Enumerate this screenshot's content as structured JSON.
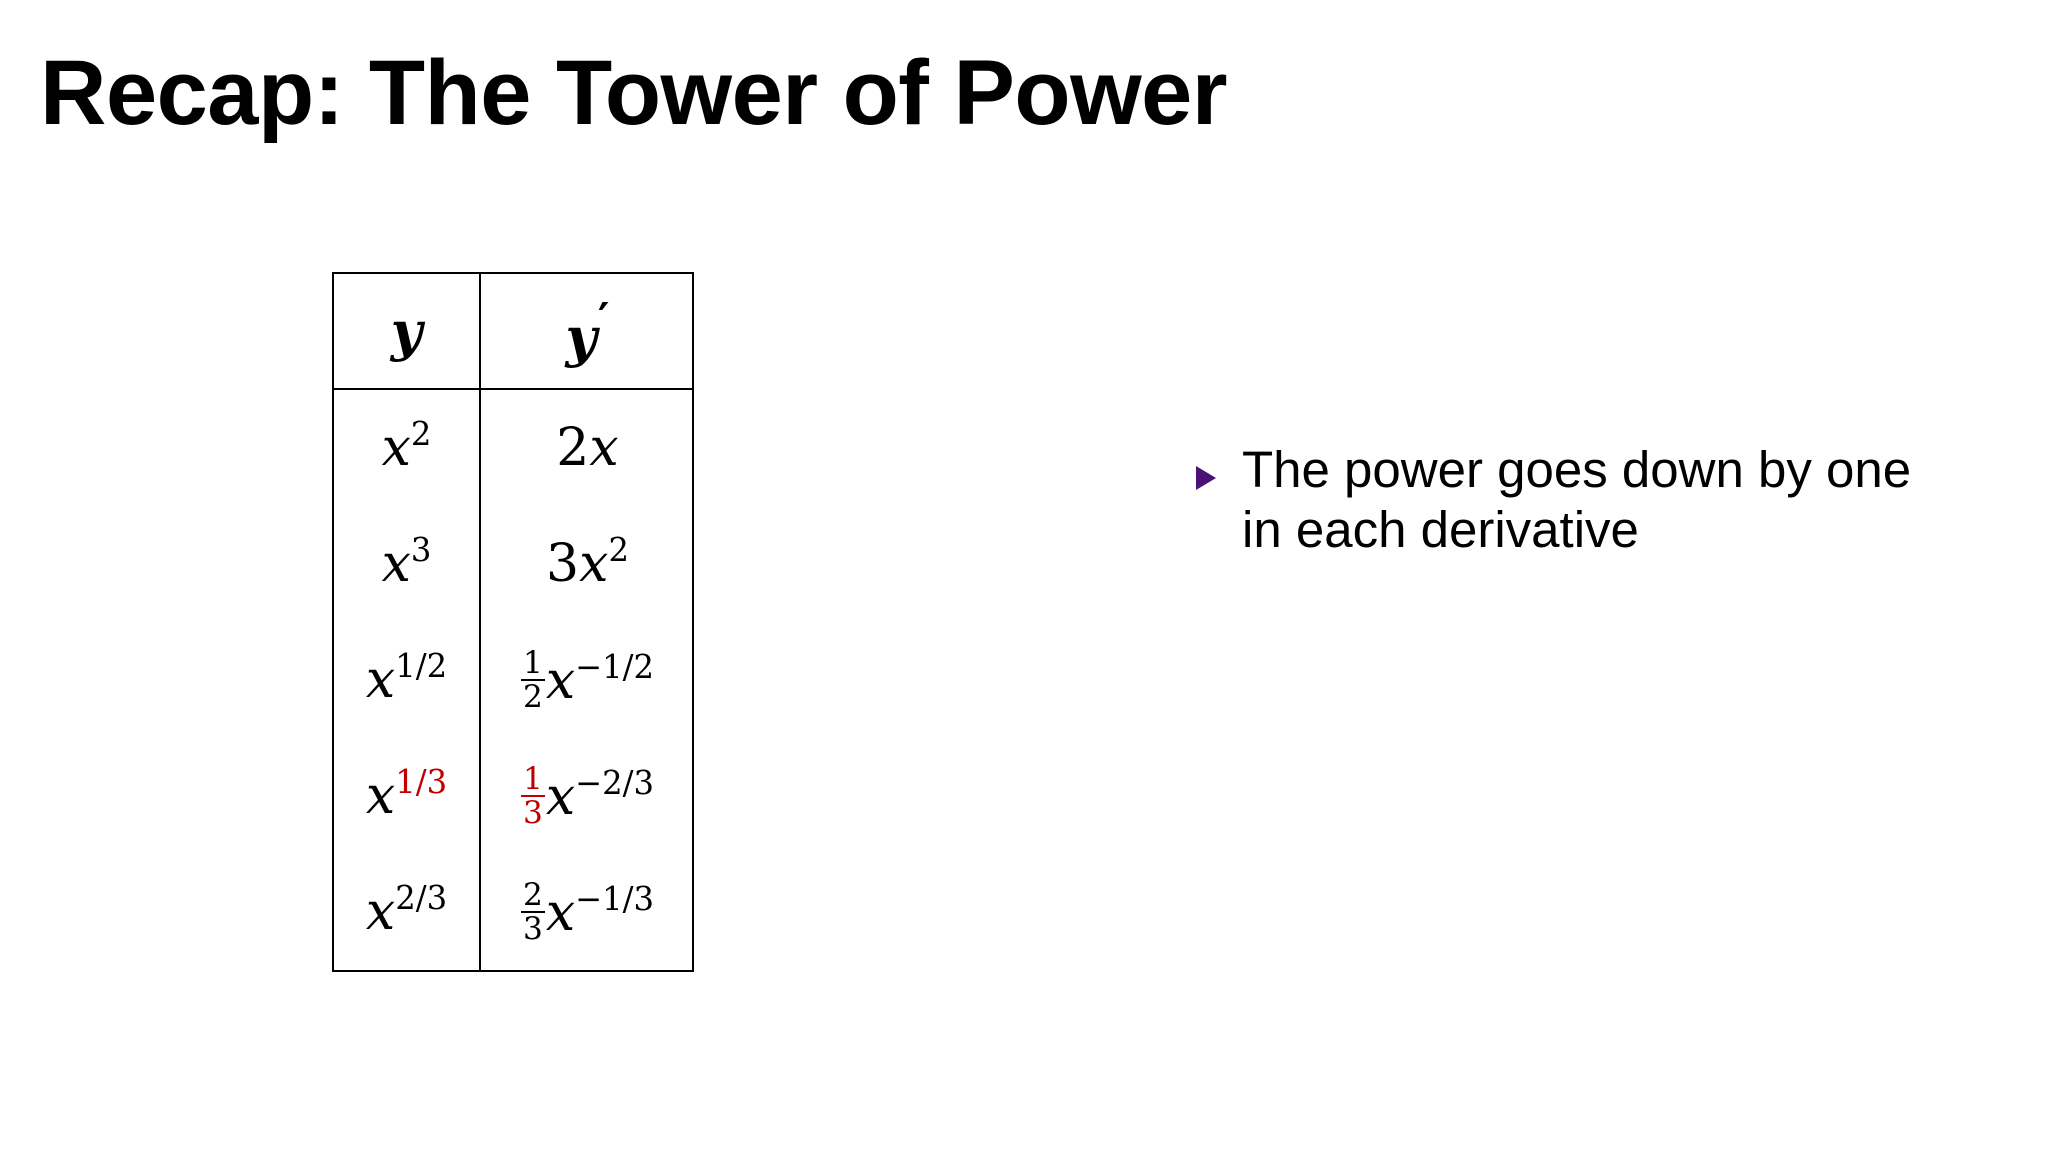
{
  "slide": {
    "title": "Recap: The Tower of Power",
    "background_color": "#FFFFFF",
    "text_color": "#000000",
    "accent_red": "#C00000",
    "bullet_marker_color": "#4B1177"
  },
  "table": {
    "name": "derivative-table",
    "headers": [
      "y",
      "y′"
    ],
    "rows": [
      {
        "y": {
          "base": "x",
          "exponent": "2",
          "exponent_color": "#000000"
        },
        "yprime": {
          "coefficient": "2",
          "coefficient_type": "integer",
          "base": "x",
          "exponent": "",
          "coefficient_color": "#000000",
          "exponent_color": "#000000"
        }
      },
      {
        "y": {
          "base": "x",
          "exponent": "3",
          "exponent_color": "#000000"
        },
        "yprime": {
          "coefficient": "3",
          "coefficient_type": "integer",
          "base": "x",
          "exponent": "2",
          "coefficient_color": "#000000",
          "exponent_color": "#000000"
        }
      },
      {
        "y": {
          "base": "x",
          "exponent": "1/2",
          "exponent_color": "#000000"
        },
        "yprime": {
          "coefficient_numerator": "1",
          "coefficient_denominator": "2",
          "coefficient_type": "fraction",
          "base": "x",
          "exponent": "−1/2",
          "coefficient_color": "#000000",
          "exponent_color": "#000000"
        }
      },
      {
        "y": {
          "base": "x",
          "exponent": "1/3",
          "exponent_color": "#C00000"
        },
        "yprime": {
          "coefficient_numerator": "1",
          "coefficient_denominator": "3",
          "coefficient_type": "fraction",
          "base": "x",
          "exponent": "−2/3",
          "coefficient_color": "#C00000",
          "exponent_color": "#000000"
        }
      },
      {
        "y": {
          "base": "x",
          "exponent": "2/3",
          "exponent_color": "#000000"
        },
        "yprime": {
          "coefficient_numerator": "2",
          "coefficient_denominator": "3",
          "coefficient_type": "fraction",
          "base": "x",
          "exponent": "−1/3",
          "coefficient_color": "#000000",
          "exponent_color": "#000000"
        }
      }
    ],
    "cells_text": {
      "r0c0": "x²",
      "r0c1": "2x",
      "r1c0": "x³",
      "r1c1": "3x²",
      "r2c0": "x^(1/2)",
      "r2c1": "(1/2)x^(−1/2)",
      "r3c0": "x^(1/3)",
      "r3c1": "(1/3)x^(−2/3)",
      "r4c0": "x^(2/3)",
      "r4c1": "(2/3)x^(−1/3)"
    }
  },
  "bullets": [
    {
      "marker": "triangle-bullet",
      "text": "The power goes down by one in each derivative"
    }
  ]
}
